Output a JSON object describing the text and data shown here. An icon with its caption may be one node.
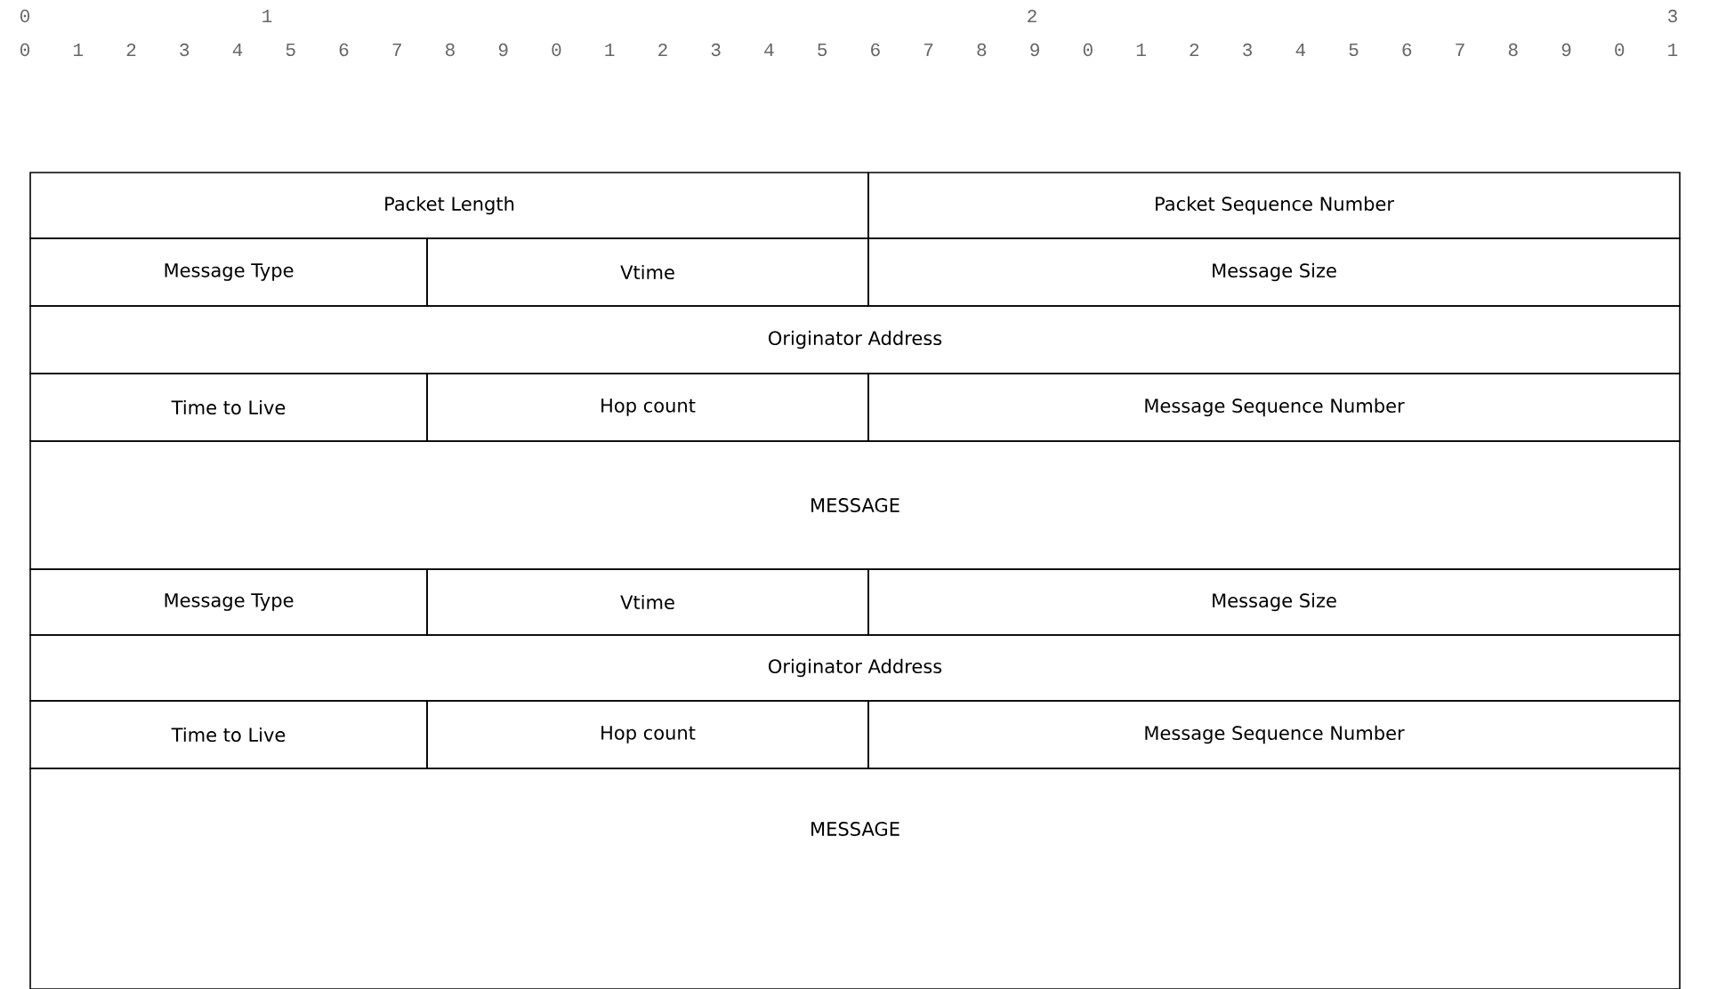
{
  "diagram": {
    "nodes": [
      {
        "text": [
          "Packet Length"
        ]
      },
      {
        "text": [
          "Packet Sequence Number"
        ]
      },
      {
        "text": [
          "Message Type"
        ]
      },
      {
        "text": [
          "Vtime"
        ]
      },
      {
        "text": [
          "Message Size"
        ]
      },
      {
        "text": [
          "Originator Address"
        ]
      },
      {
        "text": [
          "Time to Live"
        ]
      },
      {
        "text": [
          "Hop count"
        ]
      },
      {
        "text": [
          "Message Sequence Number"
        ]
      },
      {
        "text": [
          "MESSAGE"
        ]
      },
      {
        "text": [
          "Message Type"
        ]
      },
      {
        "text": [
          "Vtime"
        ]
      },
      {
        "text": [
          "Message Size"
        ]
      },
      {
        "text": [
          "Originator Address"
        ]
      },
      {
        "text": [
          "Time to Live"
        ]
      },
      {
        "text": [
          "Hop count"
        ]
      },
      {
        "text": [
          "Message Sequence Number"
        ]
      },
      {
        "text": [
          "MESSAGE"
        ]
      }
    ],
    "labels": [
      "0",
      "1",
      "2",
      "3",
      "0",
      "1",
      "2",
      "3",
      "4",
      "5",
      "6",
      "7",
      "8",
      "9",
      "0",
      "1",
      "2",
      "3",
      "4",
      "5",
      "6",
      "7",
      "8",
      "9",
      "0",
      "1",
      "2",
      "3",
      "4",
      "5",
      "6",
      "7",
      "8",
      "9",
      "0",
      "1"
    ]
  }
}
